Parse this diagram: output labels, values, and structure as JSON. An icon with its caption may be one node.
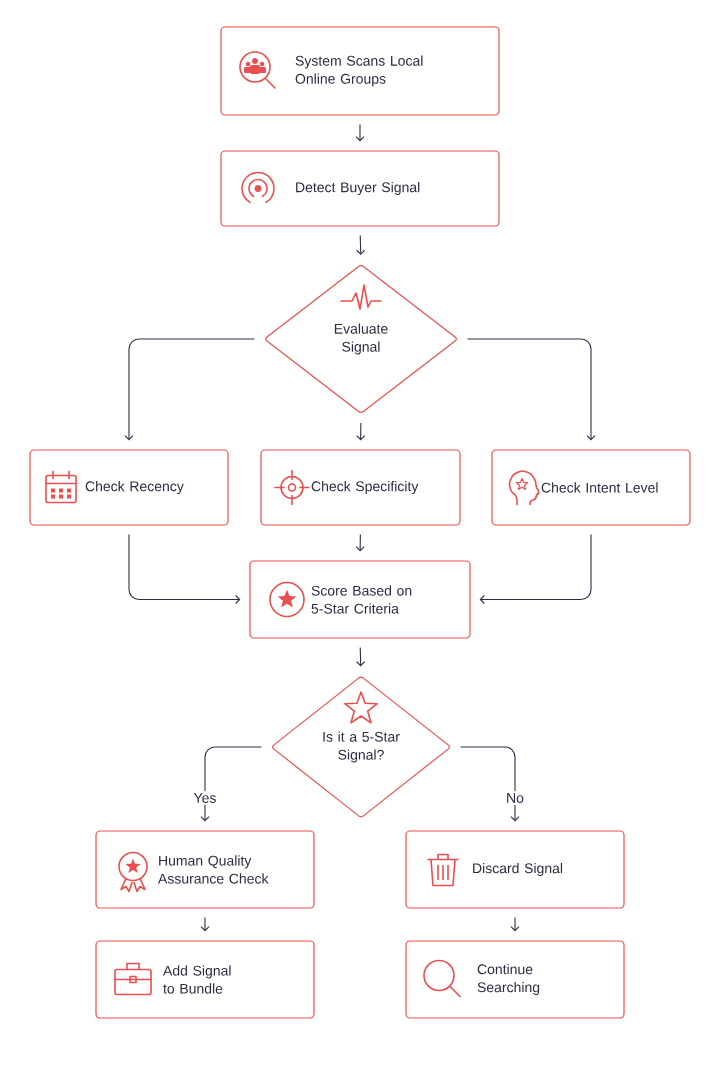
{
  "diagram": {
    "nodes": [
      {
        "text": [
          "System Scans Local Online Groups"
        ]
      },
      {
        "text": [
          "Detect Buyer Signal"
        ]
      },
      {
        "text": [
          "Evaluate Signal"
        ]
      },
      {
        "text": [
          "Check Recency"
        ]
      },
      {
        "text": [
          "Check Specificity"
        ]
      },
      {
        "text": [
          "Check Intent Level"
        ]
      },
      {
        "text": [
          "Score Based on 5-Star Criteria"
        ]
      },
      {
        "text": [
          "Is it a 5-Star Signal?"
        ]
      },
      {
        "text": [
          "Human Quality Assurance Check"
        ]
      },
      {
        "text": [
          "Discard Signal"
        ]
      },
      {
        "text": [
          "Add Signal to Bundle"
        ]
      },
      {
        "text": [
          "Continue Searching"
        ]
      }
    ],
    "edges": [
      {
        "from": 0,
        "to": 1,
        "arrow": "to"
      },
      {
        "from": 1,
        "to": 2,
        "arrow": "to"
      },
      {
        "from": 2,
        "to": 3,
        "arrow": "to"
      },
      {
        "from": 2,
        "to": 4,
        "arrow": "to"
      },
      {
        "from": 2,
        "to": 5,
        "arrow": "to"
      },
      {
        "from": 3,
        "to": 6,
        "arrow": "to"
      },
      {
        "from": 4,
        "to": 6,
        "arrow": "to"
      },
      {
        "from": 5,
        "to": 6,
        "arrow": "to"
      },
      {
        "from": 6,
        "to": 7,
        "arrow": "to"
      },
      {
        "from": 7,
        "to": 8,
        "arrow": "to",
        "label": "Yes"
      },
      {
        "from": 7,
        "to": 9,
        "arrow": "to",
        "label": "No"
      },
      {
        "from": 8,
        "to": 10,
        "arrow": "to"
      },
      {
        "from": 9,
        "to": 11,
        "arrow": "to"
      }
    ]
  }
}
